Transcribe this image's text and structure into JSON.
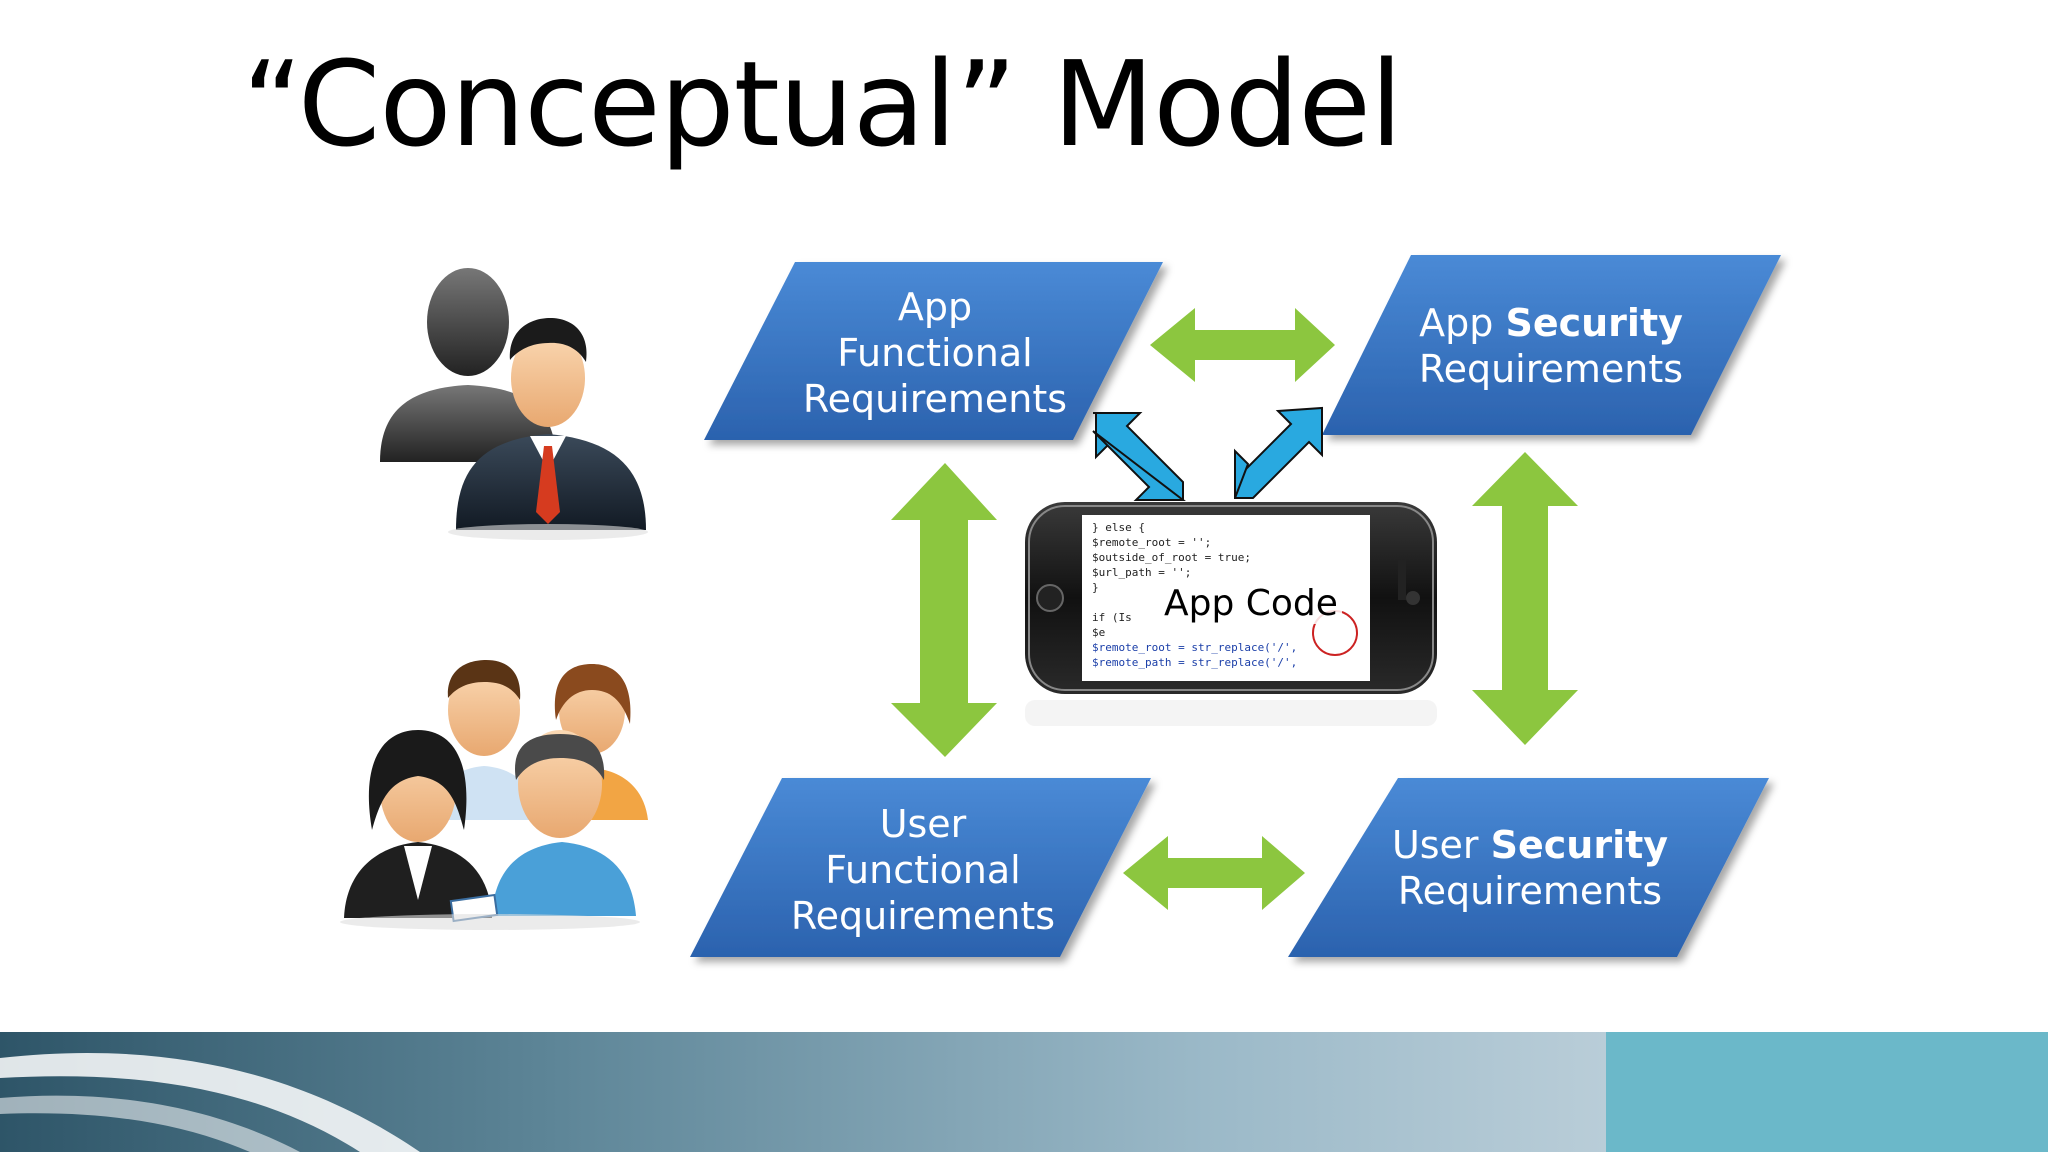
{
  "slide": {
    "title": "“Conceptual” Model"
  },
  "boxes": {
    "app_functional": {
      "line1": "App",
      "line2": "Functional",
      "line3": "Requirements"
    },
    "app_security": {
      "line1_plain": "App ",
      "line1_bold": "Security",
      "line2": "Requirements"
    },
    "user_functional": {
      "line1": "User",
      "line2": "Functional",
      "line3": "Requirements"
    },
    "user_security": {
      "line1_plain": "User ",
      "line1_bold": "Security",
      "line2": "Requirements"
    }
  },
  "phone": {
    "label": "App Code",
    "code_lines": [
      "} else {",
      "    $remote_root = '';",
      "    $outside_of_root = true;",
      "    $url_path = '';",
      "}",
      "if (Is",
      "    $e",
      "    $remote_root = str_replace('/', ",
      "    $remote_path = str_replace('/', "
    ]
  },
  "colors": {
    "box_blue": "#3d7cc9",
    "box_blue_dark": "#2a5ea6",
    "arrow_green": "#8cc63f",
    "arrow_blue": "#29a9e0",
    "footer_teal": "#6bb8c9"
  },
  "icons": {
    "business_people": "business-people-icon",
    "user_group": "user-group-icon",
    "smartphone": "smartphone-icon"
  }
}
